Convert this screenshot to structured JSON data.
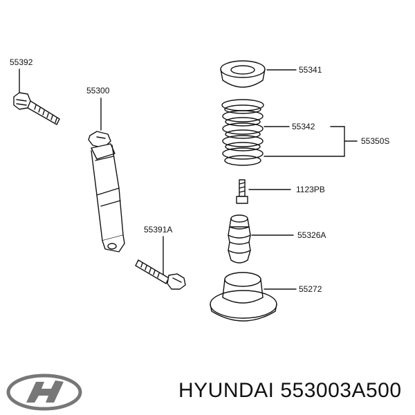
{
  "parts": {
    "p55392": "55392",
    "p55300": "55300",
    "p55391a": "55391A",
    "p55341": "55341",
    "p55342": "55342",
    "p55350s": "55350S",
    "p1123pb": "1123PB",
    "p55326a": "55326A",
    "p55272": "55272"
  },
  "footer": {
    "brand": "HYUNDAI",
    "part_number": "553003A500"
  },
  "logo": {
    "icon": "hyundai-logo-icon"
  }
}
